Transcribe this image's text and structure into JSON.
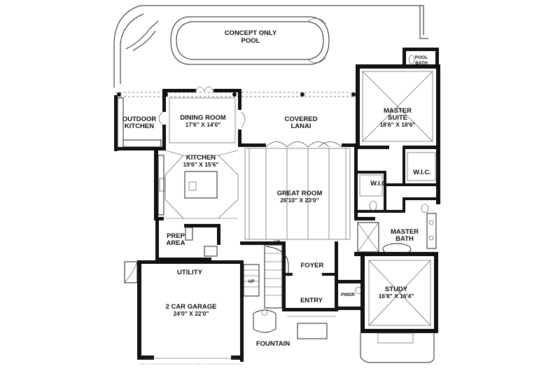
{
  "rooms": {
    "pool": {
      "name": "CONCEPT ONLY",
      "sub": "POOL"
    },
    "pool_bath": {
      "name": "POOL",
      "sub": "BATH"
    },
    "master_suite": {
      "name": "MASTER",
      "sub": "SUITE",
      "dims": "18'6\" X 18'6\""
    },
    "outdoor_kitchen": {
      "name": "OUTDOOR",
      "sub": "KITCHEN"
    },
    "dining_room": {
      "name": "DINING ROOM",
      "dims": "17'6\" X 14'0\""
    },
    "covered_lanai": {
      "name": "COVERED",
      "sub": "LANAI"
    },
    "kitchen": {
      "name": "KITCHEN",
      "dims": "19'6\" X 15'6\""
    },
    "wic_right": {
      "name": "W.I.C."
    },
    "wic_left": {
      "name": "W.I.C."
    },
    "great_room": {
      "name": "GREAT ROOM",
      "dims": "26'10\" X 23'0\""
    },
    "prep_area": {
      "name": "PREP",
      "sub": "AREA"
    },
    "master_bath": {
      "name": "MASTER",
      "sub": "BATH"
    },
    "foyer": {
      "name": "FOYER"
    },
    "utility": {
      "name": "UTILITY"
    },
    "study": {
      "name": "STUDY",
      "dims": "16'8\" X 16'4\""
    },
    "pwdr": {
      "name": "PWDR"
    },
    "entry": {
      "name": "ENTRY"
    },
    "garage": {
      "name": "2 CAR GARAGE",
      "dims": "24'0\" X 22'0\""
    },
    "fountain": {
      "name": "FOUNTAIN"
    }
  },
  "stairs": {
    "up_top": "UP",
    "up_bottom": "UP"
  }
}
